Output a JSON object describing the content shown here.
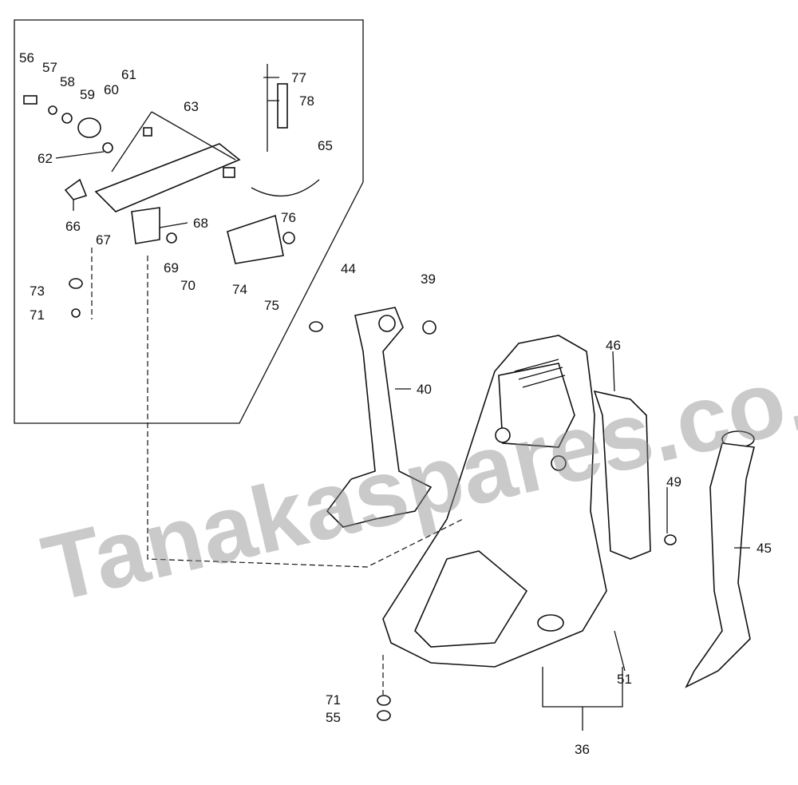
{
  "watermark": "Tanakaspares.co.uk",
  "diagram": {
    "type": "exploded-parts-diagram",
    "part_labels": {
      "p56": "56",
      "p57": "57",
      "p58": "58",
      "p59": "59",
      "p60": "60",
      "p61": "61",
      "p62": "62",
      "p63": "63",
      "p65": "65",
      "p66": "66",
      "p67": "67",
      "p68": "68",
      "p69": "69",
      "p70": "70",
      "p71a": "71",
      "p73": "73",
      "p74": "74",
      "p75": "75",
      "p76": "76",
      "p77": "77",
      "p78": "78",
      "p44": "44",
      "p39": "39",
      "p40": "40",
      "p46": "46",
      "p49": "49",
      "p45": "45",
      "p51": "51",
      "p36": "36",
      "p71b": "71",
      "p55": "55"
    }
  }
}
